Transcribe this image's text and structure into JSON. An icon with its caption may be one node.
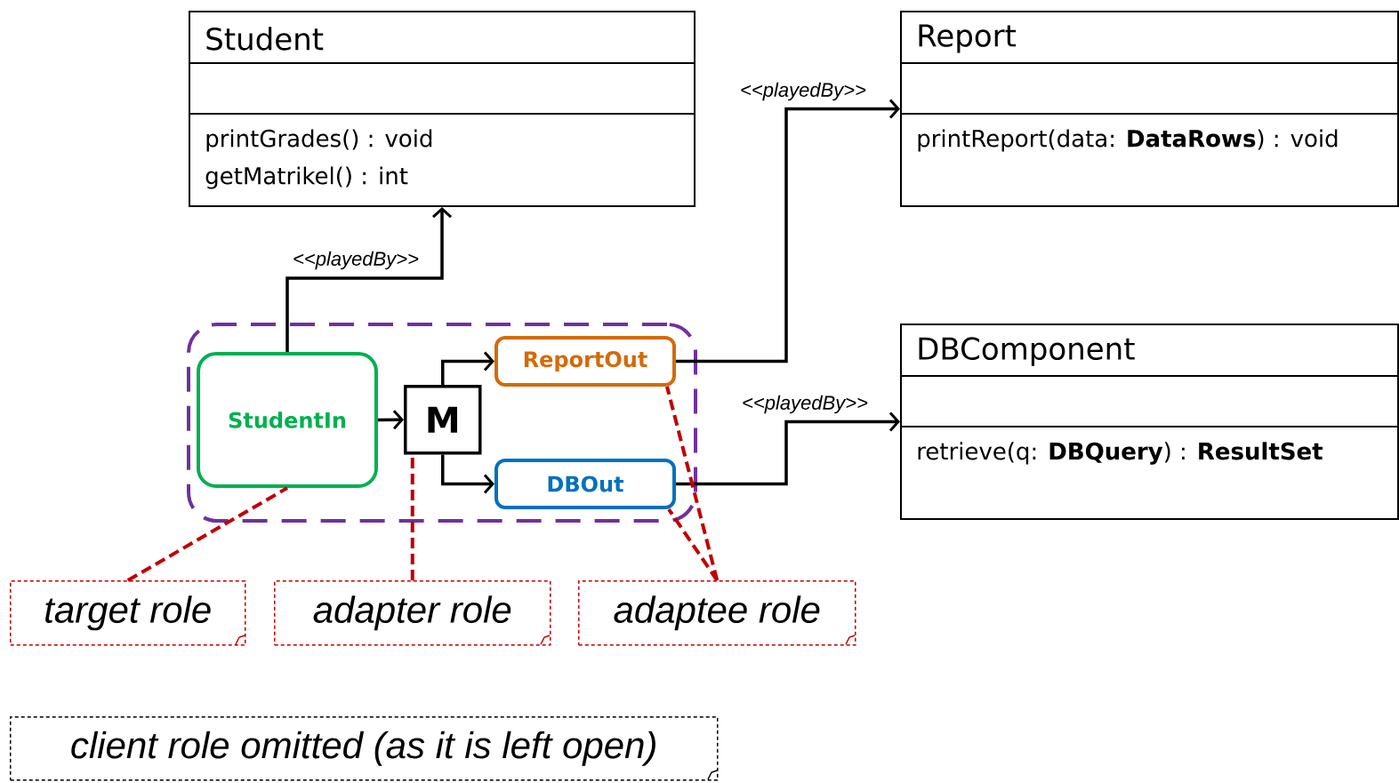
{
  "diagram": {
    "nodes": [
      {
        "text": [
          "Student",
          "printGrades() : void",
          "getMatrikel()  : int"
        ]
      },
      {
        "text": [
          "Report",
          "printReport(data: **DataRows**) : void"
        ]
      },
      {
        "text": [
          "DBComponent",
          "retrieve(q: **DBQuery**) : **ResultSet**"
        ]
      },
      {
        "text": [],
        "shape": "box"
      },
      {
        "text": [
          "StudentIn"
        ],
        "in": 3
      },
      {
        "text": [
          "M"
        ],
        "in": 3
      },
      {
        "text": [
          "ReportOut"
        ],
        "in": 3
      },
      {
        "text": [
          "DBOut"
        ],
        "in": 3
      },
      {
        "text": [
          "target role"
        ]
      },
      {
        "text": [
          "adapter role"
        ]
      },
      {
        "text": [
          "adaptee role"
        ]
      },
      {
        "text": [
          "client role omitted (as it is left open)"
        ]
      }
    ],
    "edges": [
      {
        "from": 4,
        "to": 0,
        "arrow": "to",
        "label": "<<playedBy>>"
      },
      {
        "from": 6,
        "to": 1,
        "arrow": "to",
        "label": "<<playedBy>>"
      },
      {
        "from": 7,
        "to": 2,
        "arrow": "to",
        "label": "<<playedBy>>"
      },
      {
        "from": 4,
        "to": 5,
        "arrow": "to"
      },
      {
        "from": 5,
        "to": 6,
        "arrow": "to"
      },
      {
        "from": 5,
        "to": 7,
        "arrow": "to"
      },
      {
        "from": 8,
        "to": 4,
        "arrow": "none",
        "style": "dashed",
        "color": "#c00000"
      },
      {
        "from": 9,
        "to": 5,
        "arrow": "none",
        "style": "dashed",
        "color": "#c00000"
      },
      {
        "from": 10,
        "to": 6,
        "arrow": "none",
        "style": "dashed",
        "color": "#c00000"
      },
      {
        "from": 10,
        "to": 7,
        "arrow": "none",
        "style": "dashed",
        "color": "#c00000"
      }
    ]
  }
}
